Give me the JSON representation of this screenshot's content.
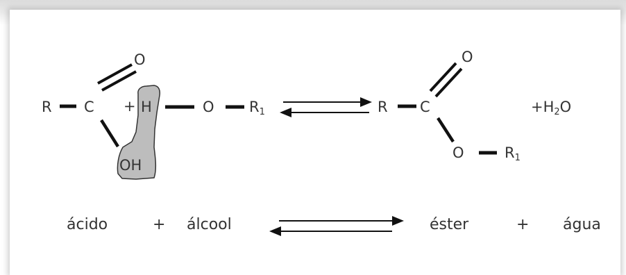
{
  "reaction": {
    "reactant_acid": {
      "r": "R",
      "c": "C",
      "o_double": "O",
      "oh": "OH"
    },
    "plus1": "+",
    "reactant_alcohol": {
      "h": "H",
      "o": "O",
      "r1_main": "R",
      "r1_sub": "1"
    },
    "product_ester": {
      "r": "R",
      "c": "C",
      "o_double": "O",
      "o_single": "O",
      "r1_main": "R",
      "r1_sub": "1"
    },
    "water": {
      "prefix": "+H",
      "sub": "2",
      "suffix": "O"
    }
  },
  "words": {
    "acid": "ácido",
    "plus1": "+",
    "alcohol": "álcool",
    "ester": "éster",
    "plus2": "+",
    "water": "água"
  },
  "colors": {
    "bond": "#111111",
    "text": "#333333",
    "highlight_fill": "#bdbdbd",
    "highlight_stroke": "#333333"
  }
}
